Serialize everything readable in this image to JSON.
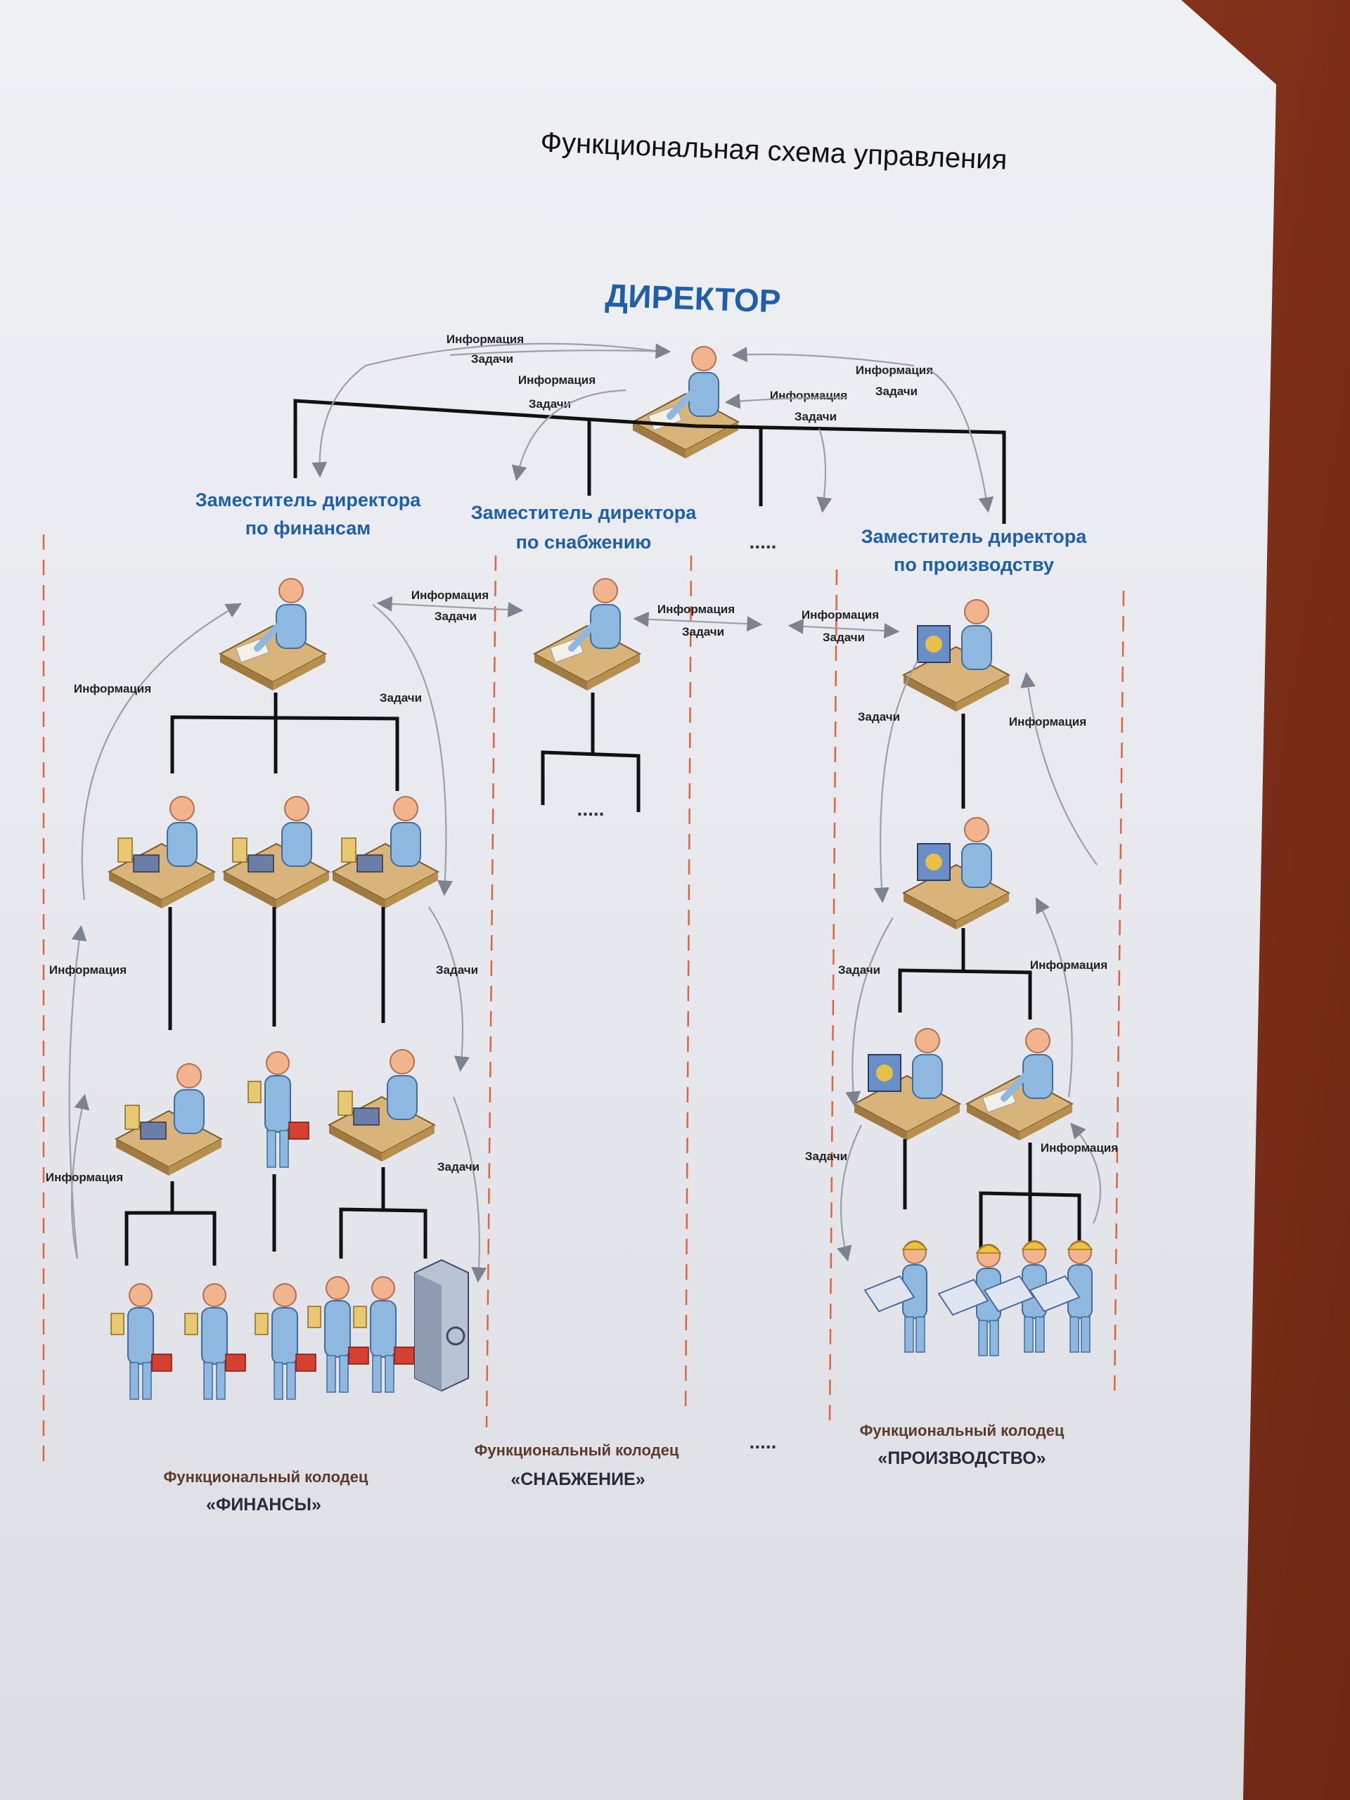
{
  "title": "Функциональная схема управления",
  "director": "ДИРЕКТОР",
  "deputies": {
    "finance": [
      "Заместитель директора",
      "по финансам"
    ],
    "supply": [
      "Заместитель директора",
      "по снабжению"
    ],
    "production": [
      "Заместитель директора",
      "по производству"
    ]
  },
  "labels": {
    "info": "Информация",
    "tasks": "Задачи"
  },
  "ellipsis": ".....",
  "wells": {
    "finance": [
      "Функциональный колодец",
      "«ФИНАНСЫ»"
    ],
    "supply": [
      "Функциональный колодец",
      "«СНАБЖЕНИЕ»"
    ],
    "production": [
      "Функциональный колодец",
      "«ПРОИЗВОДСТВО»"
    ]
  },
  "colors": {
    "heading": "#1f5fa8",
    "separator": "#e0643c",
    "figure": "#8fb8e0",
    "desk": "#d9b47a"
  }
}
